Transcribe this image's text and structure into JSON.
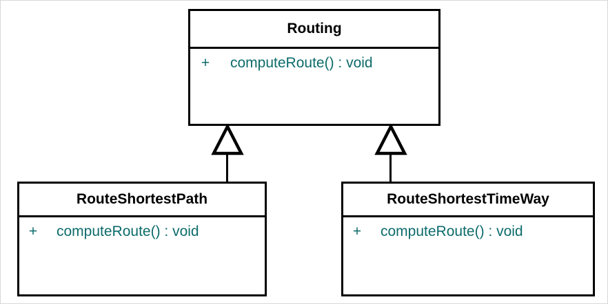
{
  "diagram": {
    "type": "uml-class-diagram",
    "background_color": "#ffffff",
    "border_color": "#000000",
    "member_text_color": "#0d6b6b",
    "name_text_color": "#000000",
    "classes": [
      {
        "id": "routing",
        "name": "Routing",
        "role": "superclass",
        "members": [
          {
            "visibility": "+",
            "signature": "computeRoute() : void"
          }
        ]
      },
      {
        "id": "route-shortest-path",
        "name": "RouteShortestPath",
        "role": "subclass",
        "members": [
          {
            "visibility": "+",
            "signature": "computeRoute() : void"
          }
        ]
      },
      {
        "id": "route-shortest-time-way",
        "name": "RouteShortestTimeWay",
        "role": "subclass",
        "members": [
          {
            "visibility": "+",
            "signature": "computeRoute() : void"
          }
        ]
      }
    ],
    "relationships": [
      {
        "kind": "generalization",
        "from": "route-shortest-path",
        "to": "routing"
      },
      {
        "kind": "generalization",
        "from": "route-shortest-time-way",
        "to": "routing"
      }
    ]
  }
}
